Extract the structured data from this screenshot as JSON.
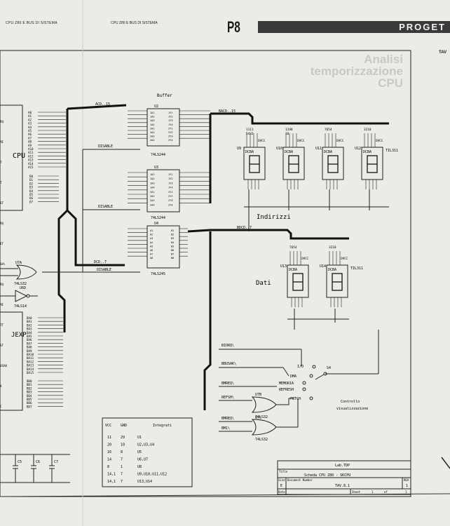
{
  "header": {
    "left": "CPU Z80 E BUS DI SISTEMA",
    "mid": "CPU Z80 E BUS DI SISTEMA",
    "page": "P8",
    "banner": "PROGET",
    "tav": "TAV"
  },
  "ghost_lines": [
    "Analisi",
    "temporizzazione",
    "CPU"
  ],
  "labels": {
    "buffer": "Buffer",
    "acd": "ACD..15",
    "disable1": "DISABLE",
    "disable2": "DISABLE",
    "disable3": "DISABLE",
    "bacd": "BACD..15",
    "bdcd": "BDCD..7",
    "dcd": "DCD..7",
    "cpu": "CPU",
    "jexp": "JEXP",
    "indirizzi": "Indirizzi",
    "dati": "Dati",
    "controllo1": "Controllo",
    "controllo2": "visualizzazione",
    "s4": "S4",
    "biorq": "BIORQ\\",
    "busak": "BBUSAK\\",
    "bmreq": "BMREQ\\",
    "refsh": "REFSH\\",
    "bmreq2": "BMREQ\\",
    "bm1": "BM1\\"
  },
  "chips": {
    "u2": {
      "ref": "U2",
      "part": "74LS244"
    },
    "u3": {
      "ref": "U3",
      "part": "74LS244"
    },
    "u4": {
      "ref": "U4",
      "part": "74LS245"
    },
    "u7a": {
      "ref": "U7A",
      "part": "74LS32"
    },
    "u6d": {
      "ref": "U6D",
      "part": "74LS14"
    },
    "u7b": {
      "ref": "U7B",
      "part": "74LS32"
    },
    "u7c": {
      "ref": "U7C",
      "part": "74LS32"
    }
  },
  "displays": [
    {
      "ref": "U9",
      "bits": "1111\n5432"
    },
    {
      "ref": "U10",
      "bits": "1198\n10"
    },
    {
      "ref": "U11",
      "bits": "7654"
    },
    {
      "ref": "U12",
      "bits": "3210"
    },
    {
      "ref": "U13",
      "bits": "7654"
    },
    {
      "ref": "U14",
      "bits": "3210"
    }
  ],
  "display_part": "TIL311",
  "display_header": "DCBA",
  "ovcc": "OVCC",
  "switch_options": [
    "I/O",
    "DMA",
    "MEMORIA",
    "REFRESH",
    "FETCH"
  ],
  "cpu_addr_pins": [
    "A0",
    "A1",
    "A2",
    "A3",
    "A4",
    "A5",
    "A6",
    "A7",
    "A8",
    "A9",
    "A10",
    "A11",
    "A12",
    "A13",
    "A14",
    "A15"
  ],
  "cpu_data_pins": [
    "D0",
    "D1",
    "D2",
    "D3",
    "D4",
    "D5",
    "D6",
    "D7"
  ],
  "jexp_addr_pins": [
    "BA0",
    "BA1",
    "BA2",
    "BA3",
    "BA4",
    "BA5",
    "BA6",
    "BA7",
    "BA8",
    "BA9",
    "BA10",
    "BA11",
    "BA12",
    "BA13",
    "BA14",
    "BA15"
  ],
  "jexp_data_pins": [
    "BD0",
    "BD1",
    "BD2",
    "BD3",
    "BD4",
    "BD5",
    "BD6",
    "BD7"
  ],
  "left_cut_labels": [
    "RQ",
    "MI",
    "T",
    "T",
    "ST",
    "RQ",
    "ET",
    "SH\\",
    "RQ",
    "MI",
    "TT",
    "ST",
    "USAK",
    "K",
    "C"
  ],
  "power_table": {
    "headers": [
      "VCC",
      "GND",
      "Integrati"
    ],
    "rows": [
      [
        "11",
        "29",
        "U1"
      ],
      [
        "20",
        "10",
        "U2,U3,U4"
      ],
      [
        "16",
        "8",
        "U5"
      ],
      [
        "14",
        "7",
        "U6,U7"
      ],
      [
        "8",
        "1",
        "U8"
      ],
      [
        "14,1",
        "7",
        "U9,U10,U11,U12"
      ],
      [
        "14,1",
        "7",
        "U13,U14"
      ]
    ]
  },
  "title_block": {
    "lab": "Lab.TDP",
    "title_label": "Title",
    "title": "Scheda CPU Z80 - SKCPU",
    "size_label": "Size",
    "size": "E",
    "docnum_label": "Document Number",
    "docnum": "TAV.8.1",
    "rev_label": "REV",
    "rev": "1",
    "date_label": "Date",
    "sheet_label": "Sheet",
    "sheet": "1",
    "of_label": "of",
    "of": "1"
  },
  "capacitors": [
    "C5",
    "C6",
    "C7"
  ]
}
